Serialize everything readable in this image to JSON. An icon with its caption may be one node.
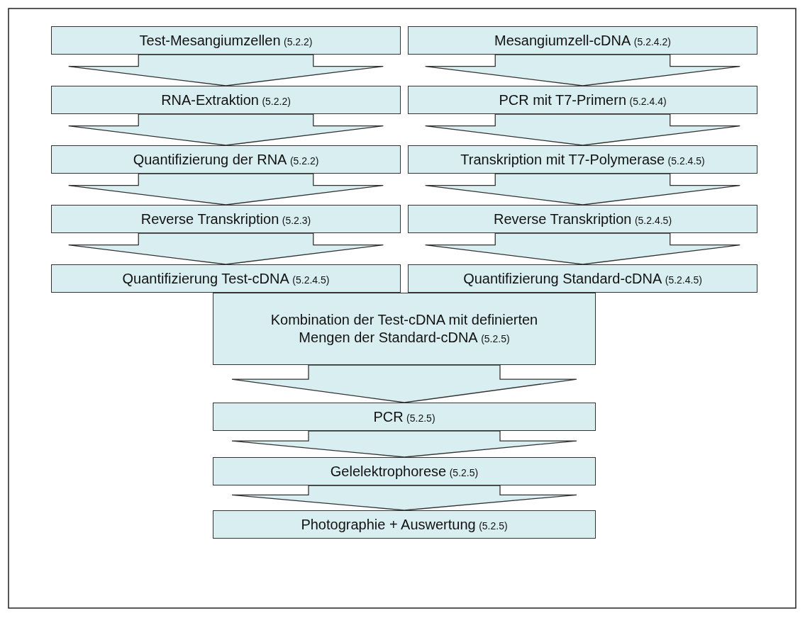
{
  "diagram": {
    "nodes": [
      {
        "text": [
          "Test-Mesangiumzellen",
          "(5.2.2)"
        ]
      },
      {
        "text": [
          "Mesangiumzell-cDNA",
          "(5.2.4.2)"
        ]
      },
      {
        "text": [
          "RNA-Extraktion",
          "(5.2.2)"
        ]
      },
      {
        "text": [
          "PCR mit T7-Primern",
          "(5.2.4.4)"
        ]
      },
      {
        "text": [
          "Quantifizierung der RNA",
          "(5.2.2)"
        ]
      },
      {
        "text": [
          "Transkription mit T7-Polymerase",
          "(5.2.4.5)"
        ]
      },
      {
        "text": [
          "Reverse Transkription",
          "(5.2.3)"
        ]
      },
      {
        "text": [
          "Reverse Transkription",
          "(5.2.4.5)"
        ]
      },
      {
        "text": [
          "Quantifizierung Test-cDNA",
          "(5.2.4.5)"
        ]
      },
      {
        "text": [
          "Quantifizierung Standard-cDNA",
          "(5.2.4.5)"
        ]
      },
      {
        "text": [
          "Kombination der Test-cDNA mit definierten Mengen der Standard-cDNA",
          "(5.2.5)"
        ]
      },
      {
        "text": [
          "PCR",
          "(5.2.5)"
        ]
      },
      {
        "text": [
          "Gelelektrophorese",
          "(5.2.5)"
        ]
      },
      {
        "text": [
          "Photographie + Auswertung",
          "(5.2.5)"
        ]
      }
    ],
    "edges": [
      {
        "from": 0,
        "to": 2,
        "arrow": "to"
      },
      {
        "from": 2,
        "to": 4,
        "arrow": "to"
      },
      {
        "from": 4,
        "to": 6,
        "arrow": "to"
      },
      {
        "from": 6,
        "to": 8,
        "arrow": "to"
      },
      {
        "from": 1,
        "to": 3,
        "arrow": "to"
      },
      {
        "from": 3,
        "to": 5,
        "arrow": "to"
      },
      {
        "from": 5,
        "to": 7,
        "arrow": "to"
      },
      {
        "from": 7,
        "to": 9,
        "arrow": "to"
      },
      {
        "from": 10,
        "to": 11,
        "arrow": "to"
      },
      {
        "from": 11,
        "to": 12,
        "arrow": "to"
      },
      {
        "from": 12,
        "to": 13,
        "arrow": "to"
      }
    ]
  }
}
